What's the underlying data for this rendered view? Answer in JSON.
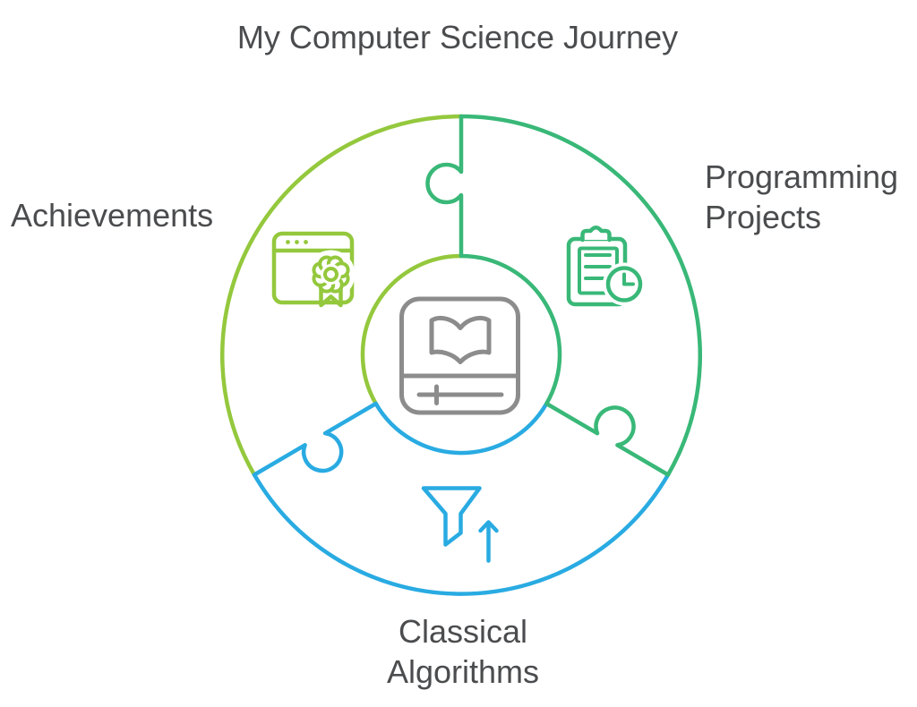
{
  "title": "My Computer Science Journey",
  "colors": {
    "lime": "#94C83D",
    "green": "#39B878",
    "blue": "#29ABE2",
    "icon_gray": "#8C8C8C",
    "text": "#4B4C4E",
    "background": "#FFFFFF"
  },
  "center": {
    "icon": "book-reader-icon"
  },
  "sections": {
    "achievements": {
      "label": "Achievements",
      "icon": "browser-award-icon",
      "color_key": "lime",
      "position": "left"
    },
    "programming": {
      "label_line1": "Programming",
      "label_line2": "Projects",
      "icon": "clipboard-clock-icon",
      "color_key": "green",
      "position": "right"
    },
    "algorithms": {
      "label_line1": "Classical",
      "label_line2": "Algorithms",
      "icon": "funnel-up-arrow-icon",
      "color_key": "blue",
      "position": "bottom"
    }
  }
}
